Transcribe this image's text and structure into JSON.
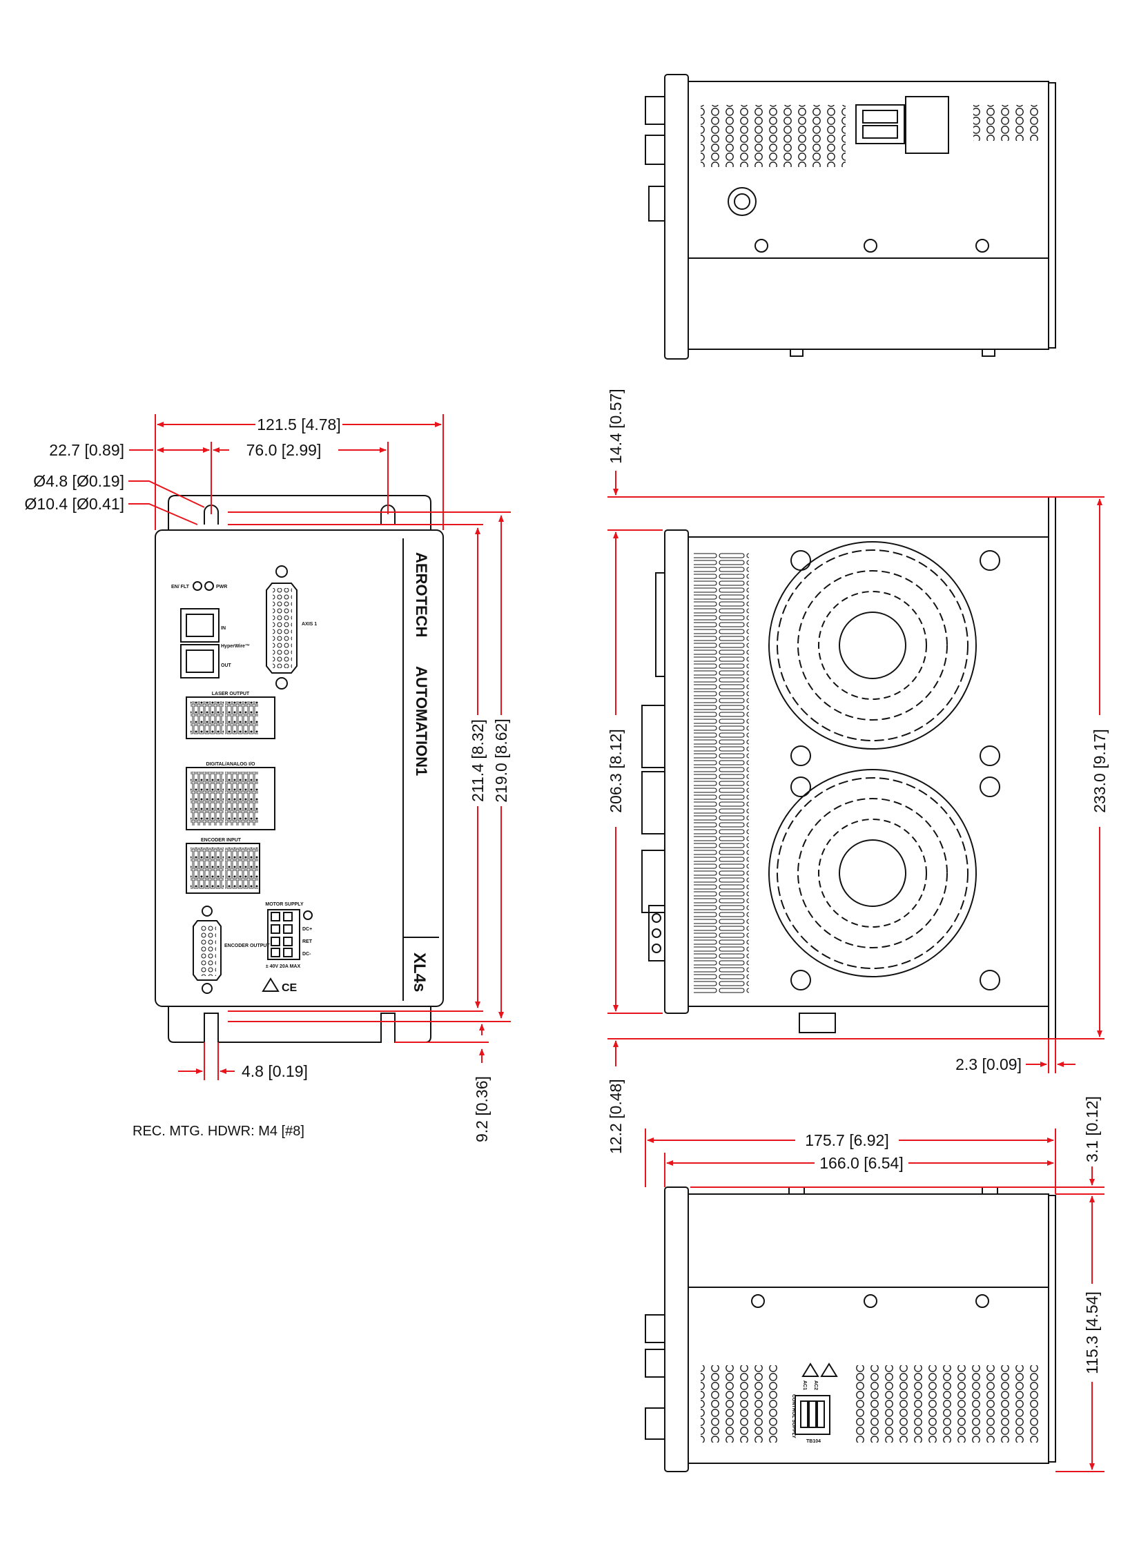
{
  "colors": {
    "dimension": "#e8141c",
    "outline": "#111111"
  },
  "dimensions": {
    "front_width": "121.5 [4.78]",
    "front_left_offset": "22.7 [0.89]",
    "front_hole_spacing": "76.0 [2.99]",
    "hole_small": "Ø4.8 [Ø0.19]",
    "hole_large": "Ø10.4 [Ø0.41]",
    "front_height_inner": "211.4 [8.32]",
    "front_height_outer": "219.0 [8.62]",
    "front_slot_width": "4.8 [0.19]",
    "front_bottom_offset": "9.2 [0.36]",
    "side_top_offset": "14.4 [0.57]",
    "side_height": "206.3 [8.12]",
    "side_bottom_offset": "12.2 [0.48]",
    "side_total_height": "233.0 [9.17]",
    "side_plate_thickness": "2.3 [0.09]",
    "bottom_depth_total": "175.7 [6.92]",
    "bottom_depth_body": "166.0 [6.54]",
    "bottom_flange": "3.1 [0.12]",
    "bottom_height": "115.3 [4.54]"
  },
  "note": "REC. MTG. HDWR: M4 [#8]",
  "panel": {
    "brand": "AEROTECH",
    "series": "AUTOMATION1",
    "model": "XL4s",
    "en_flt": "EN/ FLT",
    "pwr": "PWR",
    "hyperwire_in": "IN",
    "hyperwire": "HyperWire™",
    "hyperwire_out": "OUT",
    "axis": "AXIS 1",
    "laser_output": "LASER OUTPUT",
    "digital_analog": "DIGITAL/ANALOG I/O",
    "encoder_input": "ENCODER INPUT",
    "motor_supply": "MOTOR SUPPLY",
    "motor_dc_plus": "DC+",
    "motor_ret": "RET",
    "motor_dc_minus": "DC-",
    "motor_rating": "± 40V 20A MAX",
    "encoder_output": "ENCODER OUTPUT",
    "ce_mark": "CE",
    "control_supply": "CONTROL SUPPLY",
    "ac1": "AC1",
    "ac2": "AC2",
    "tb_label": "TB104"
  }
}
